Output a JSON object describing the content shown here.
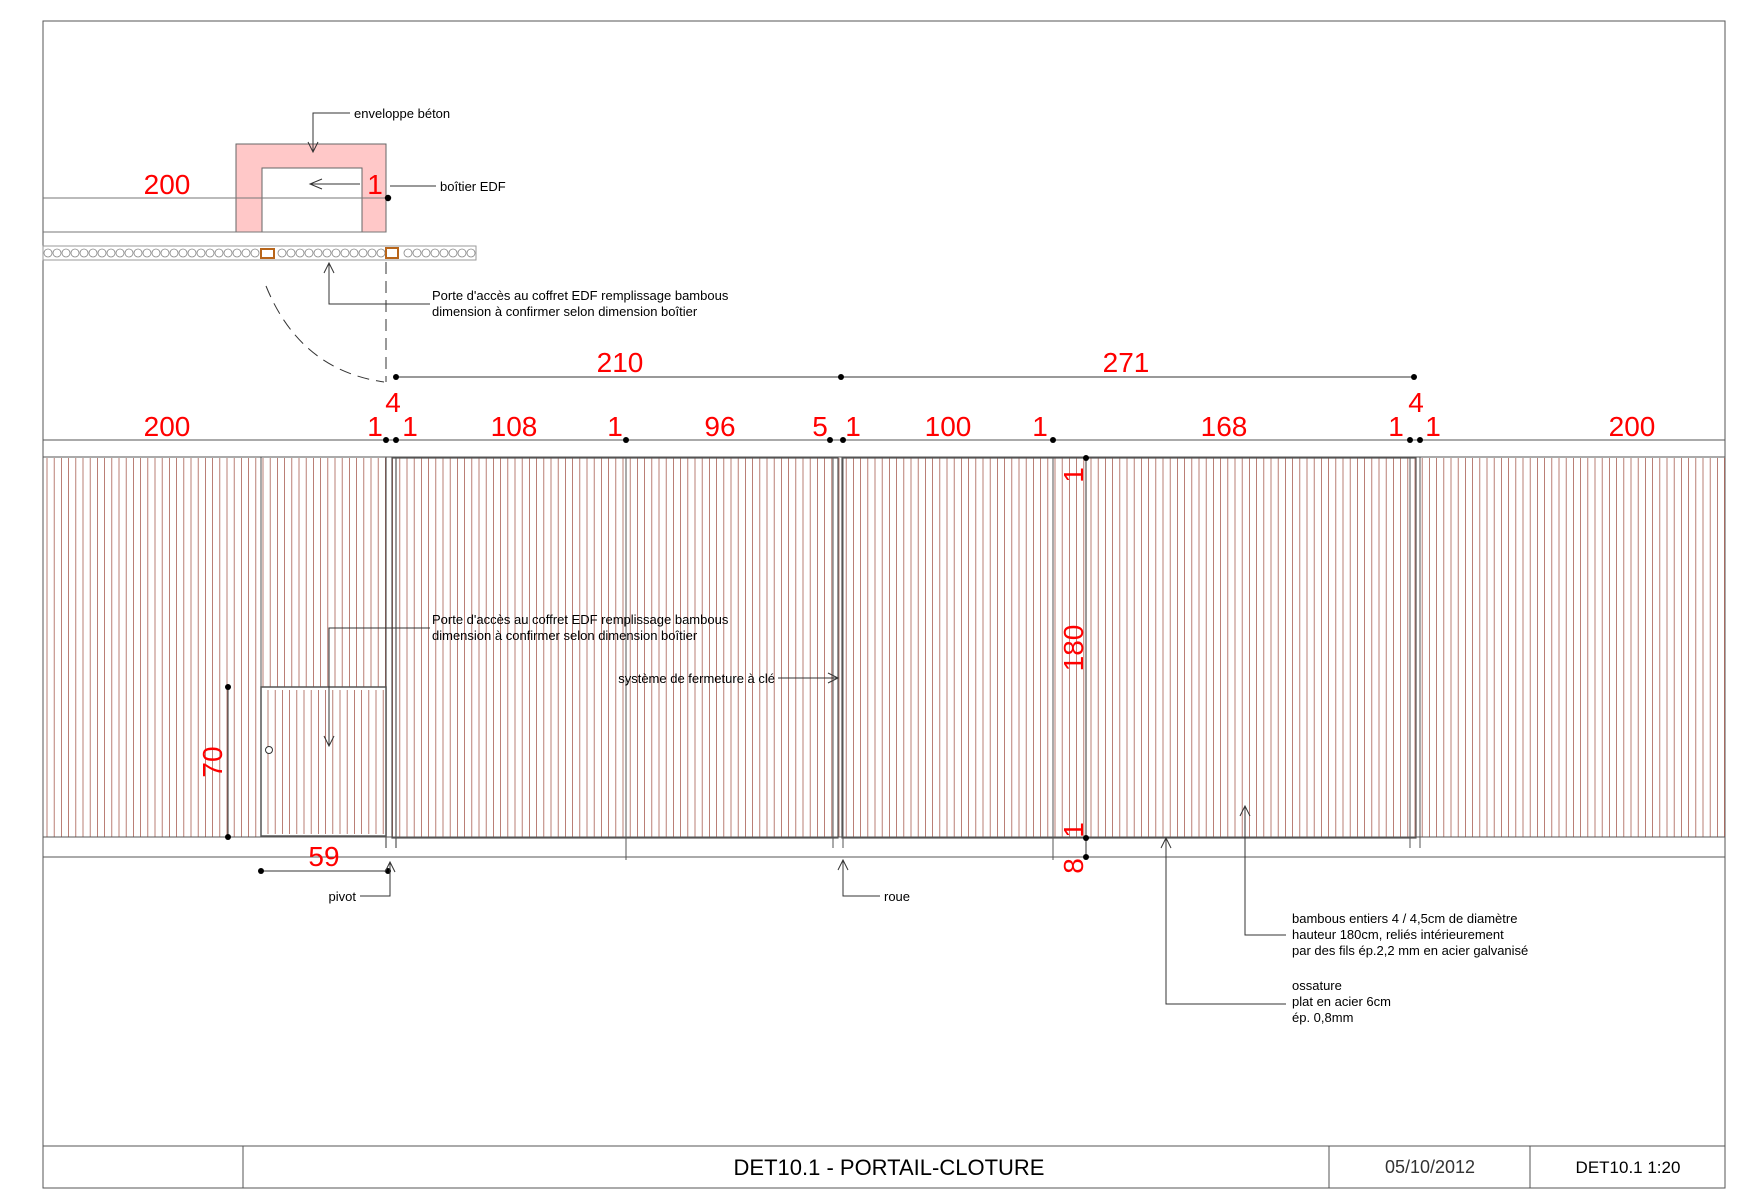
{
  "colors": {
    "dimension": "#ff0000",
    "bamboo": "#8b2a1a",
    "concrete": "#ffc8c8",
    "hinge": "#b8651a"
  },
  "notes": {
    "concrete_envelope": "enveloppe béton",
    "edf_box": "boîtier EDF",
    "edf_door_plan_1": "Porte d'accès au coffret EDF remplissage bambous",
    "edf_door_plan_2": "dimension à confirmer selon dimension boîtier",
    "edf_door_elev_1": "Porte d'accès au coffret EDF remplissage bambous",
    "edf_door_elev_2": "dimension à confirmer selon dimension boîtier",
    "key_lock": "système de fermeture à clé",
    "pivot": "pivot",
    "wheel": "roue",
    "bamboo_1": "bambous entiers 4 / 4,5cm de diamètre",
    "bamboo_2": "hauteur 180cm, reliés intérieurement",
    "bamboo_3": "par des fils ép.2,2 mm en acier galvanisé",
    "frame_1": "ossature",
    "frame_2": "plat en acier 6cm",
    "frame_3": "ép. 0,8mm"
  },
  "dimensions": {
    "plan_left": "200",
    "plan_post": "1",
    "span_a": "210",
    "span_b": "271",
    "post_a": "4",
    "post_b": "4",
    "fence_left": "200",
    "gap_1": "1",
    "gap_2": "1",
    "leaf_1": "108",
    "gap_3": "1",
    "leaf_2": "96",
    "gap_4": "5",
    "gap_5": "1",
    "leaf_3": "100",
    "gap_6": "1",
    "leaf_4": "168",
    "gap_7": "1",
    "gap_8": "1",
    "fence_right": "200",
    "vert_top": "1",
    "vert_height": "180",
    "vert_bottom": "1",
    "vert_ground": "8",
    "door_height": "70",
    "door_width": "59"
  },
  "title_block": {
    "title": "DET10.1 - PORTAIL-CLOTURE",
    "date": "05/10/2012",
    "code": "DET10.1  1:20"
  }
}
